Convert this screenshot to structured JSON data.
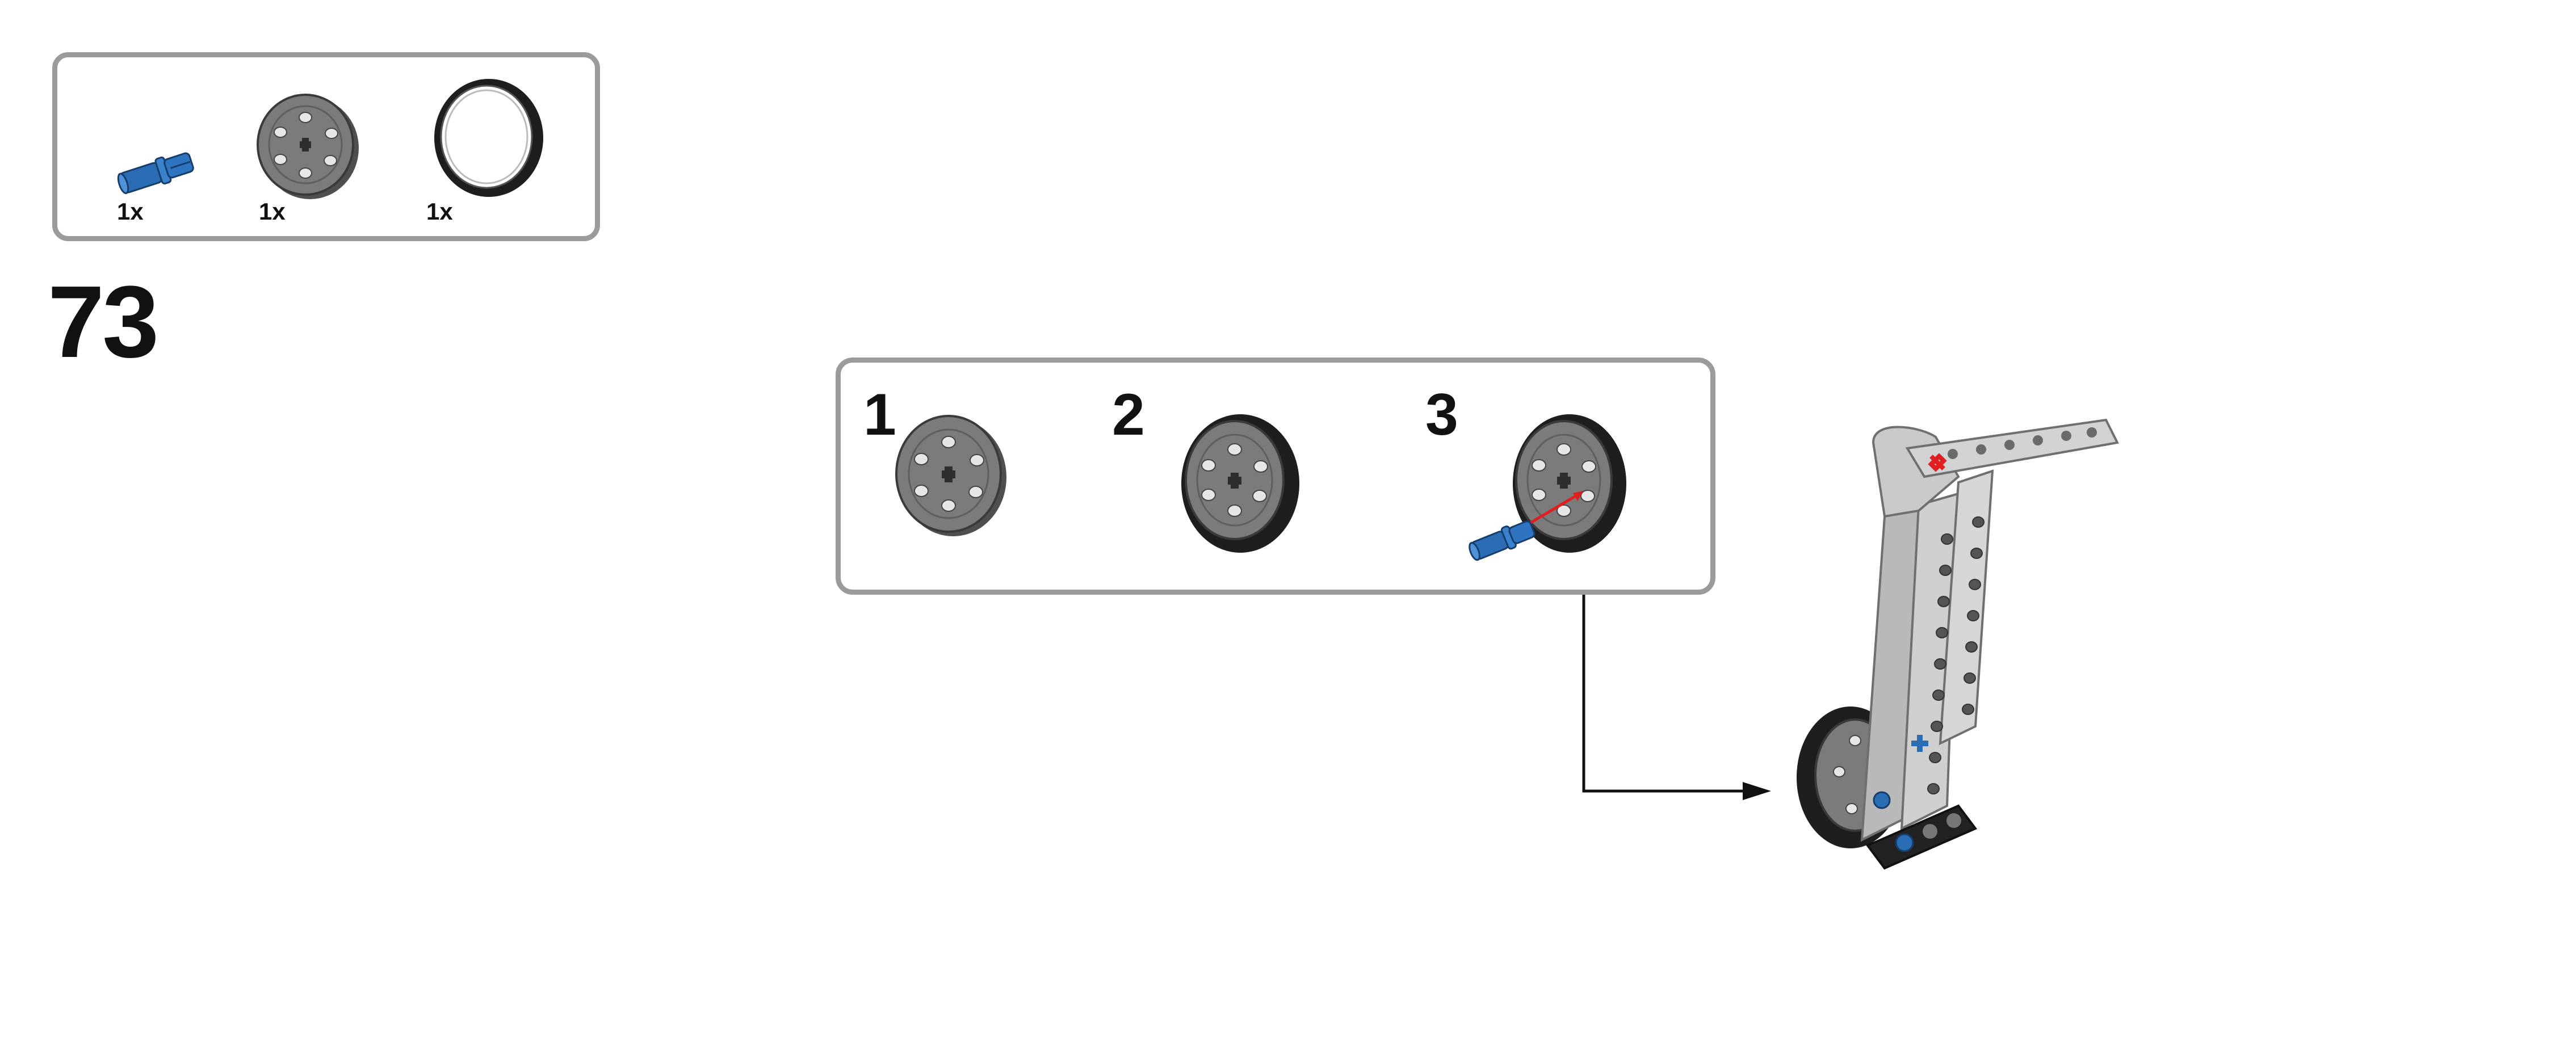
{
  "parts_list": {
    "items": [
      {
        "icon": "blue-axle-pin-icon",
        "quantity": "1x"
      },
      {
        "icon": "grey-wheel-hub-icon",
        "quantity": "1x"
      },
      {
        "icon": "black-tire-icon",
        "quantity": "1x"
      }
    ]
  },
  "step": {
    "number": "73"
  },
  "sub_steps": [
    {
      "number": "1",
      "icon": "wheel-hub-icon"
    },
    {
      "number": "2",
      "icon": "wheel-with-tire-icon"
    },
    {
      "number": "3",
      "icon": "wheel-with-pin-icon"
    }
  ],
  "colors": {
    "frame_grey": "#9b9b9b",
    "part_blue": "#2a6db5",
    "hub_grey": "#7b7b7b",
    "tire_black": "#1e1e1e",
    "beam_grey": "#c4c4c4",
    "insert_line_red": "#e02020"
  }
}
